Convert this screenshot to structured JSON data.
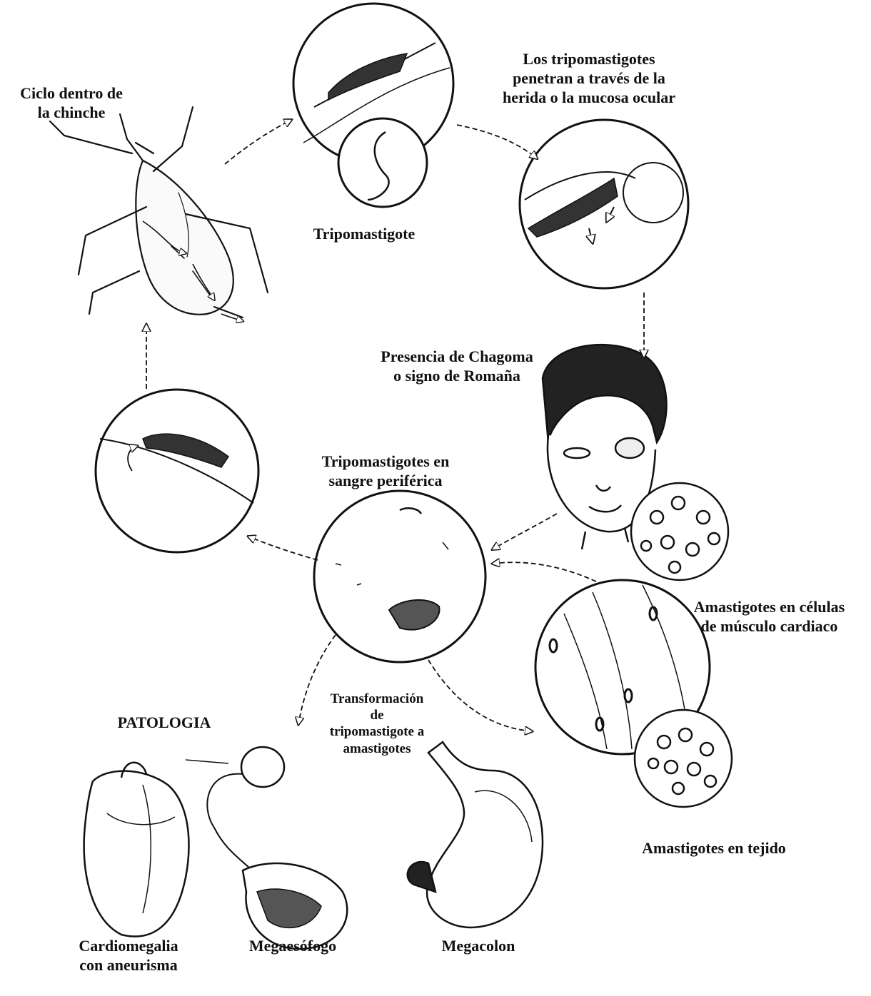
{
  "labels": {
    "bug_cycle": [
      "Ciclo dentro de",
      "la chinche"
    ],
    "tripomastigote": "Tripomastigote",
    "penetration": [
      "Los tripomastigotes",
      "penetran  a través de la",
      "herida o la mucosa ocular"
    ],
    "chagoma": [
      "Presencia de Chagoma",
      "o signo de Romaña"
    ],
    "blood": [
      "Tripomastigotes en",
      "sangre periférica"
    ],
    "cardiac": [
      "Amastigotes en células",
      "de músculo cardiaco"
    ],
    "tissue": "Amastigotes en tejido",
    "transformation": [
      "Transformación",
      "de",
      "tripomastigote a",
      "amastigotes"
    ],
    "pathology": "PATOLOGIA",
    "cardiomegaly": [
      "Cardiomegalia",
      "con aneurisma"
    ],
    "megaesophagus": "Megaesófogo",
    "megacolon": "Megacolon"
  },
  "colors": {
    "ink": "#111111",
    "arrow_fill": "#ffffff",
    "paper": "#ffffff"
  }
}
